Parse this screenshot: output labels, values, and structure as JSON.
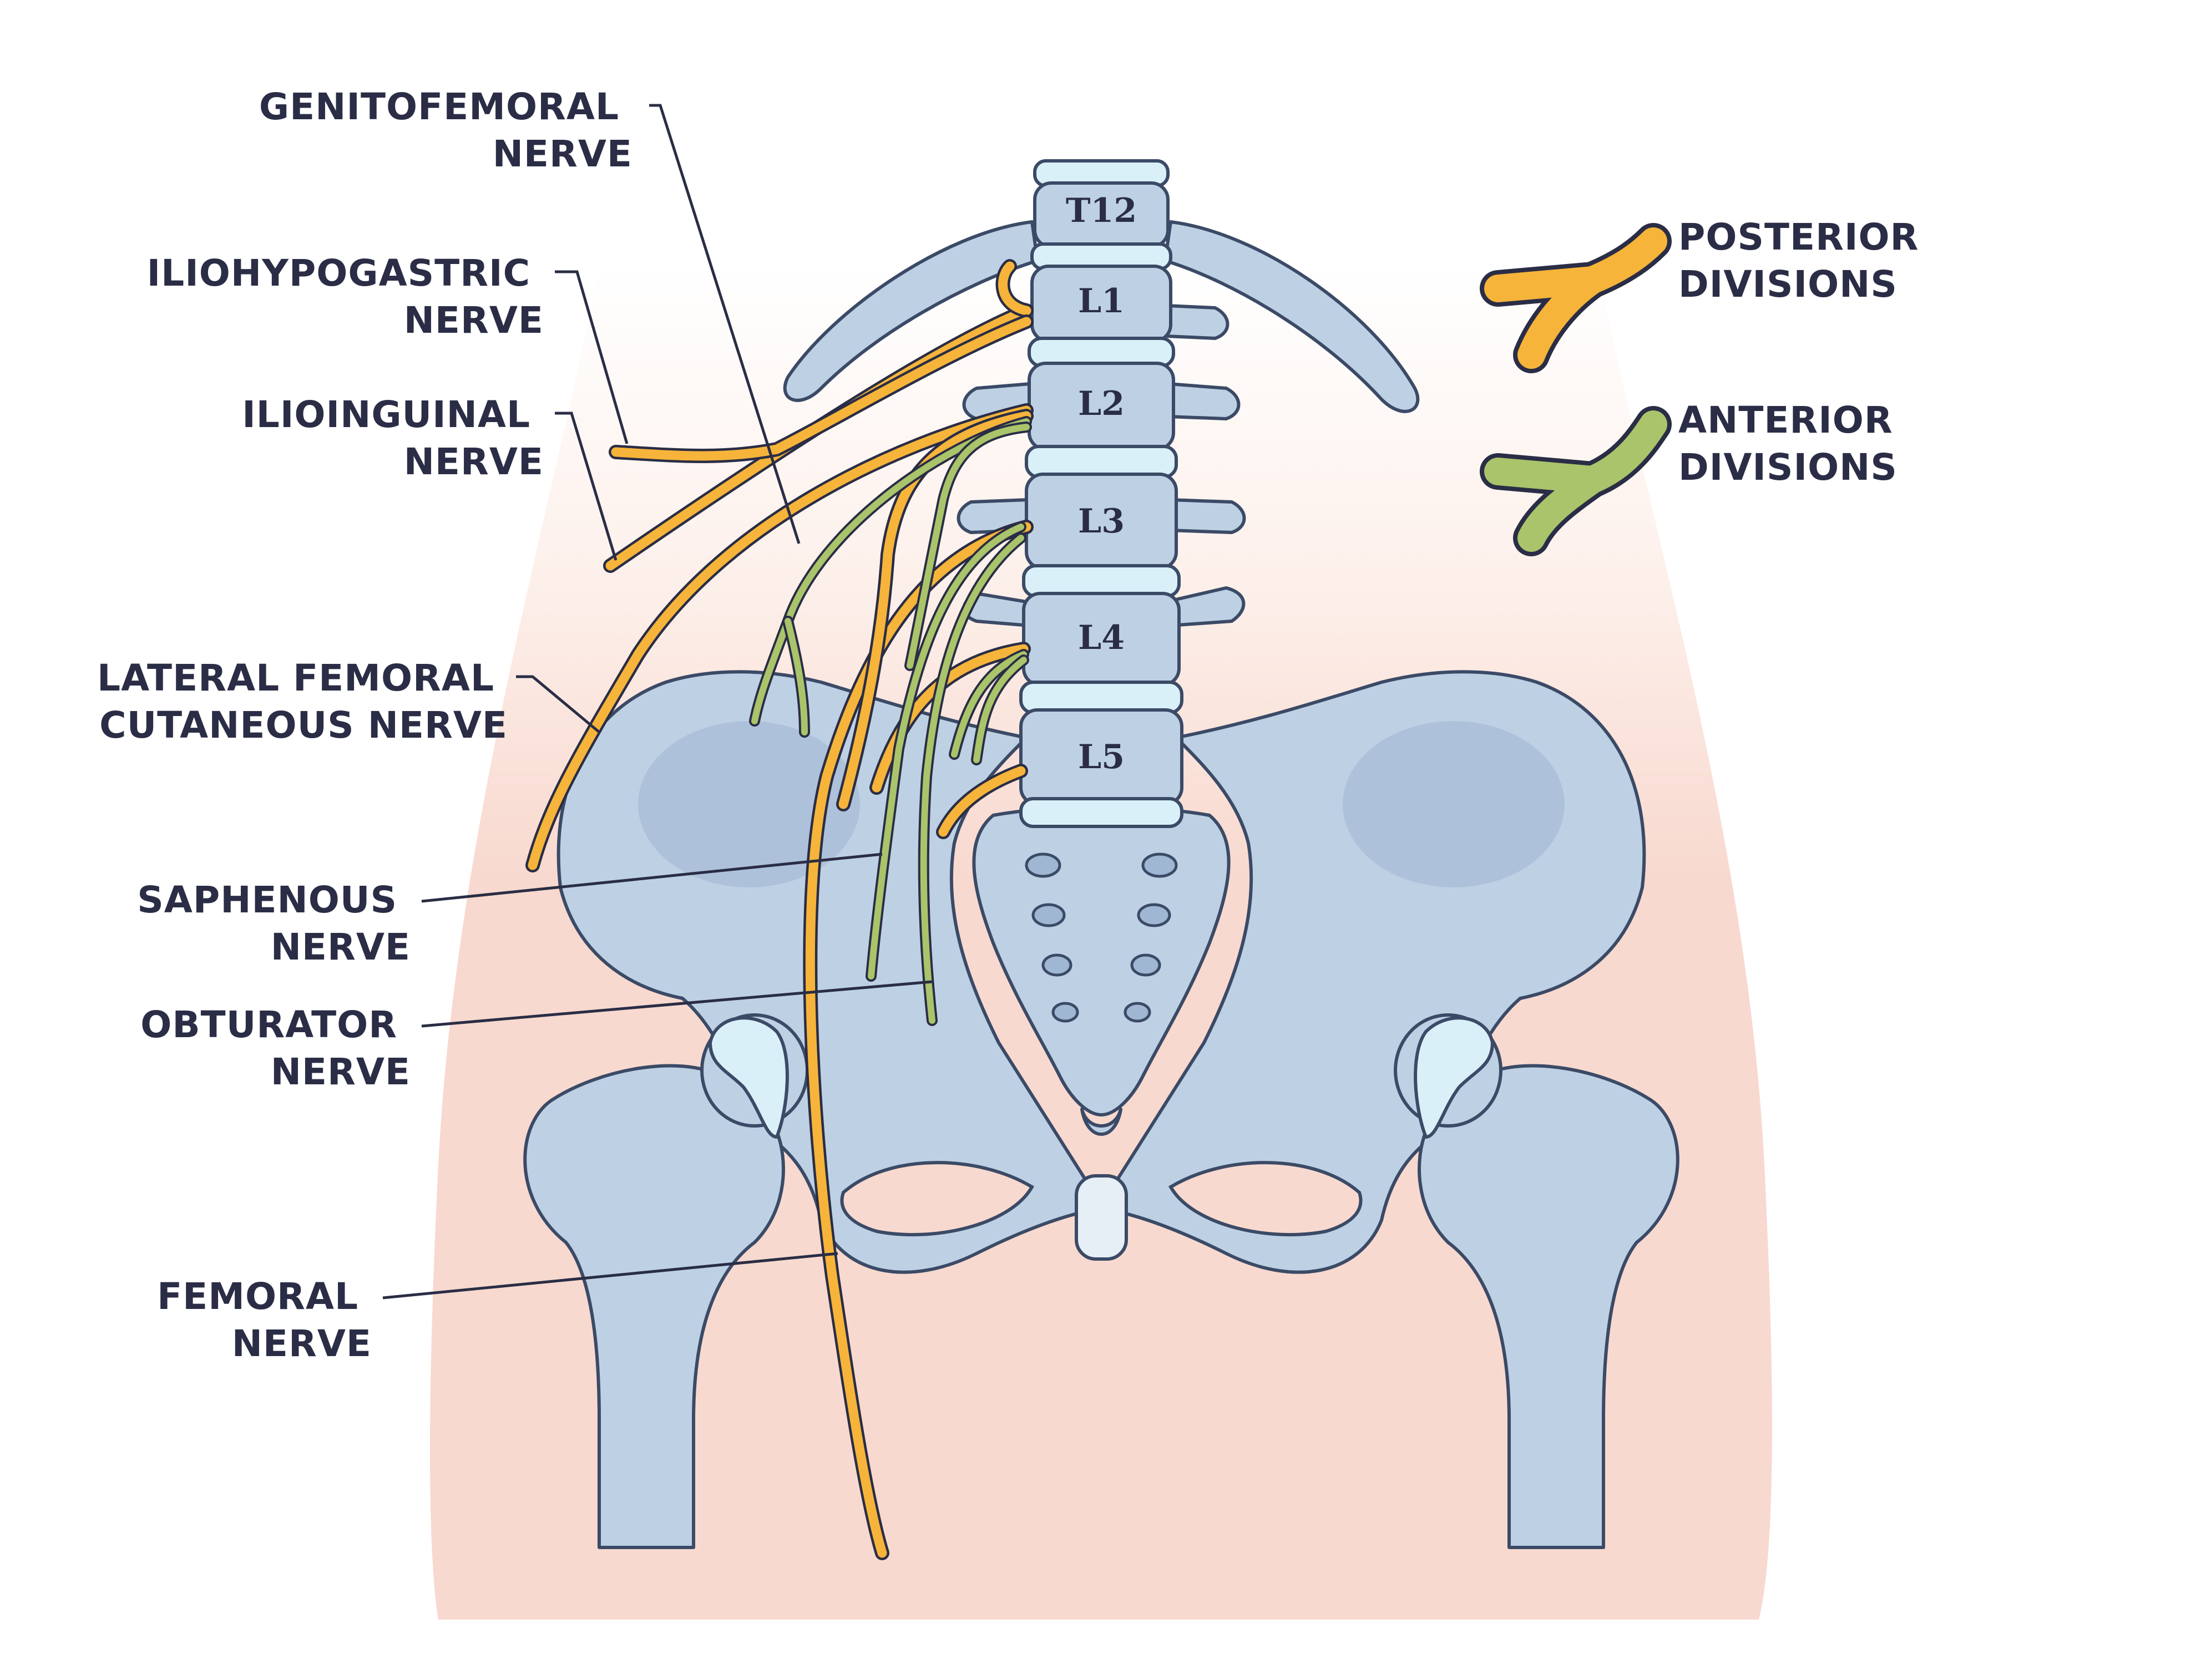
{
  "labels": {
    "genitofemoral": [
      "GENITOFEMORAL",
      "NERVE"
    ],
    "iliohypogastric": [
      "ILIOHYPOGASTRIC",
      "NERVE"
    ],
    "ilioinguinal": [
      "ILIOINGUINAL",
      "NERVE"
    ],
    "lateral_femoral_cutaneous": [
      "LATERAL FEMORAL",
      "CUTANEOUS NERVE"
    ],
    "saphenous": [
      "SAPHENOUS",
      "NERVE"
    ],
    "obturator": [
      "OBTURATOR",
      "NERVE"
    ],
    "femoral": [
      "FEMORAL",
      "NERVE"
    ]
  },
  "vertebrae": [
    "T12",
    "L1",
    "L2",
    "L3",
    "L4",
    "L5"
  ],
  "legend": {
    "posterior": [
      "POSTERIOR",
      "DIVISIONS"
    ],
    "anterior": [
      "ANTERIOR",
      "DIVISIONS"
    ]
  },
  "colors": {
    "skin": "#f8d9cf",
    "bone": "#bed1e4",
    "disc": "#d9f0f8",
    "posterior_divisions": "#f6b43a",
    "anterior_divisions": "#a9c46a",
    "outline": "#2a2d45"
  }
}
